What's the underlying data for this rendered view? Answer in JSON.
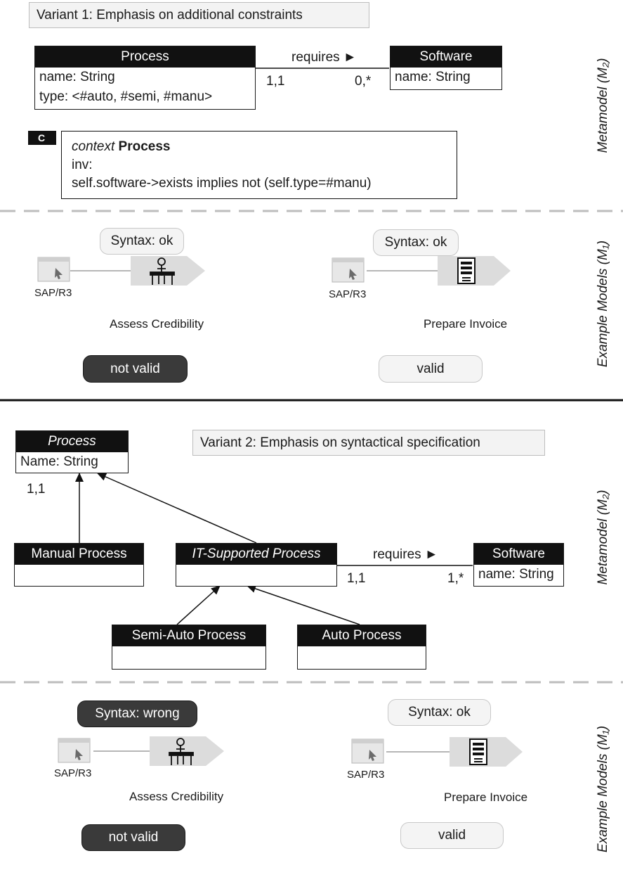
{
  "variant1": {
    "title": "Variant 1: Emphasis on additional constraints",
    "process": {
      "name": "Process",
      "attrs": [
        "name: String",
        "type: <#auto, #semi, #manu>"
      ]
    },
    "software": {
      "name": "Software",
      "attrs": [
        "name: String"
      ]
    },
    "association": {
      "label": "requires ►",
      "mult_left": "1,1",
      "mult_right": "0,*"
    },
    "constraint": {
      "badge": "C",
      "context_kw": "context",
      "context_name": "Process",
      "line2": "inv:",
      "line3": "self.software->exists implies not (self.type=#manu)"
    },
    "side_label_meta": "Metamodel (M₂)",
    "example_left": {
      "syntax": "Syntax: ok",
      "tool": "SAP/R3",
      "activity": "Assess Credibility",
      "verdict": "not valid"
    },
    "example_right": {
      "syntax": "Syntax: ok",
      "tool": "SAP/R3",
      "activity": "Prepare Invoice",
      "verdict": "valid"
    },
    "side_label_example": "Example Models (M₁)"
  },
  "variant2": {
    "title": "Variant 2: Emphasis on syntactical specification",
    "process": {
      "name": "Process",
      "attrs": [
        "Name: String"
      ],
      "mult": "1,1"
    },
    "manual": {
      "name": "Manual Process"
    },
    "it_supported": {
      "name": "IT-Supported Process"
    },
    "semi_auto": {
      "name": "Semi-Auto Process"
    },
    "auto": {
      "name": "Auto Process"
    },
    "software": {
      "name": "Software",
      "attrs": [
        "name: String"
      ]
    },
    "association": {
      "label": "requires ►",
      "mult_left": "1,1",
      "mult_right": "1,*"
    },
    "side_label_meta": "Metamodel (M₂)",
    "example_left": {
      "syntax": "Syntax: wrong",
      "tool": "SAP/R3",
      "activity": "Assess Credibility",
      "verdict": "not valid"
    },
    "example_right": {
      "syntax": "Syntax: ok",
      "tool": "SAP/R3",
      "activity": "Prepare Invoice",
      "verdict": "valid"
    },
    "side_label_example": "Example Models (M₁)"
  },
  "colors": {
    "header_fill": "#111111",
    "pill_dark": "#3a3a3a",
    "pill_light": "#f4f4f4",
    "divider_dashed": "#bdbdbd"
  },
  "icons": [
    "software-window-icon",
    "person-at-desk-icon",
    "server-tower-icon",
    "process-chevron-icon"
  ]
}
